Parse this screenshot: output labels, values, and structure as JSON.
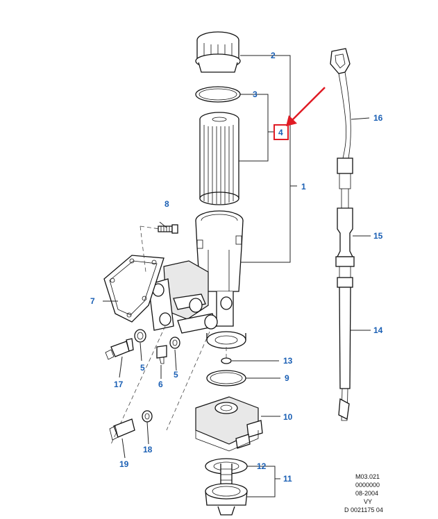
{
  "callouts": {
    "c1": "1",
    "c2": "2",
    "c3": "3",
    "c4": "4",
    "c5a": "5",
    "c5b": "5",
    "c6": "6",
    "c7": "7",
    "c8": "8",
    "c9": "9",
    "c10": "10",
    "c11": "11",
    "c12": "12",
    "c13": "13",
    "c14": "14",
    "c15": "15",
    "c16": "16",
    "c17": "17",
    "c18": "18",
    "c19": "19"
  },
  "reference": {
    "line1": "M03.021",
    "line2": "0000000",
    "line3": "08-2004",
    "line4": "VY",
    "line5": "D 0021175 04"
  },
  "colors": {
    "label": "#1a5fb4",
    "highlight": "#e01b24",
    "line": "#111111"
  }
}
